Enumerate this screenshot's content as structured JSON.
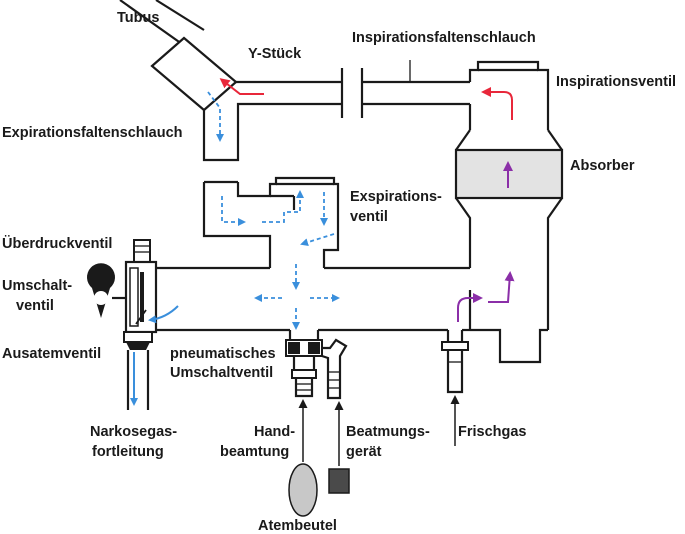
{
  "labels": {
    "tubus": "Tubus",
    "y_stueck": "Y-Stück",
    "inspirationsfaltenschlauch": "Inspirationsfaltenschlauch",
    "inspirationsventil": "Inspirationsventil",
    "expirationsfaltenschlauch": "Expirationsfaltenschlauch",
    "absorber": "Absorber",
    "exspirationsventil_1": "Exspirations-",
    "exspirationsventil_2": "ventil",
    "ueberdruckventil": "Überdruckventil",
    "umschaltventil_1": "Umschalt-",
    "umschaltventil_2": "ventil",
    "ausatemventil": "Ausatemventil",
    "pneumatisches_1": "pneumatisches",
    "pneumatisches_2": "Umschaltventil",
    "narkosegas_1": "Narkosegas-",
    "narkosegas_2": "fortleitung",
    "handbeatmung_1": "Hand-",
    "handbeatmung_2": "beamtung",
    "beatmungsgeraet_1": "Beatmungs-",
    "beatmungsgeraet_2": "gerät",
    "frischgas": "Frischgas",
    "atembeutel": "Atembeutel"
  },
  "colors": {
    "expiration_flow": "#3a8fdc",
    "inspiration_flow": "#e8273a",
    "fresh_gas_flow": "#8b2fa8",
    "absorber_fill": "#e3e3e3",
    "atembeutel_fill": "#c8c8c8",
    "beatmungsgeraet_fill": "#4a4a4a"
  }
}
